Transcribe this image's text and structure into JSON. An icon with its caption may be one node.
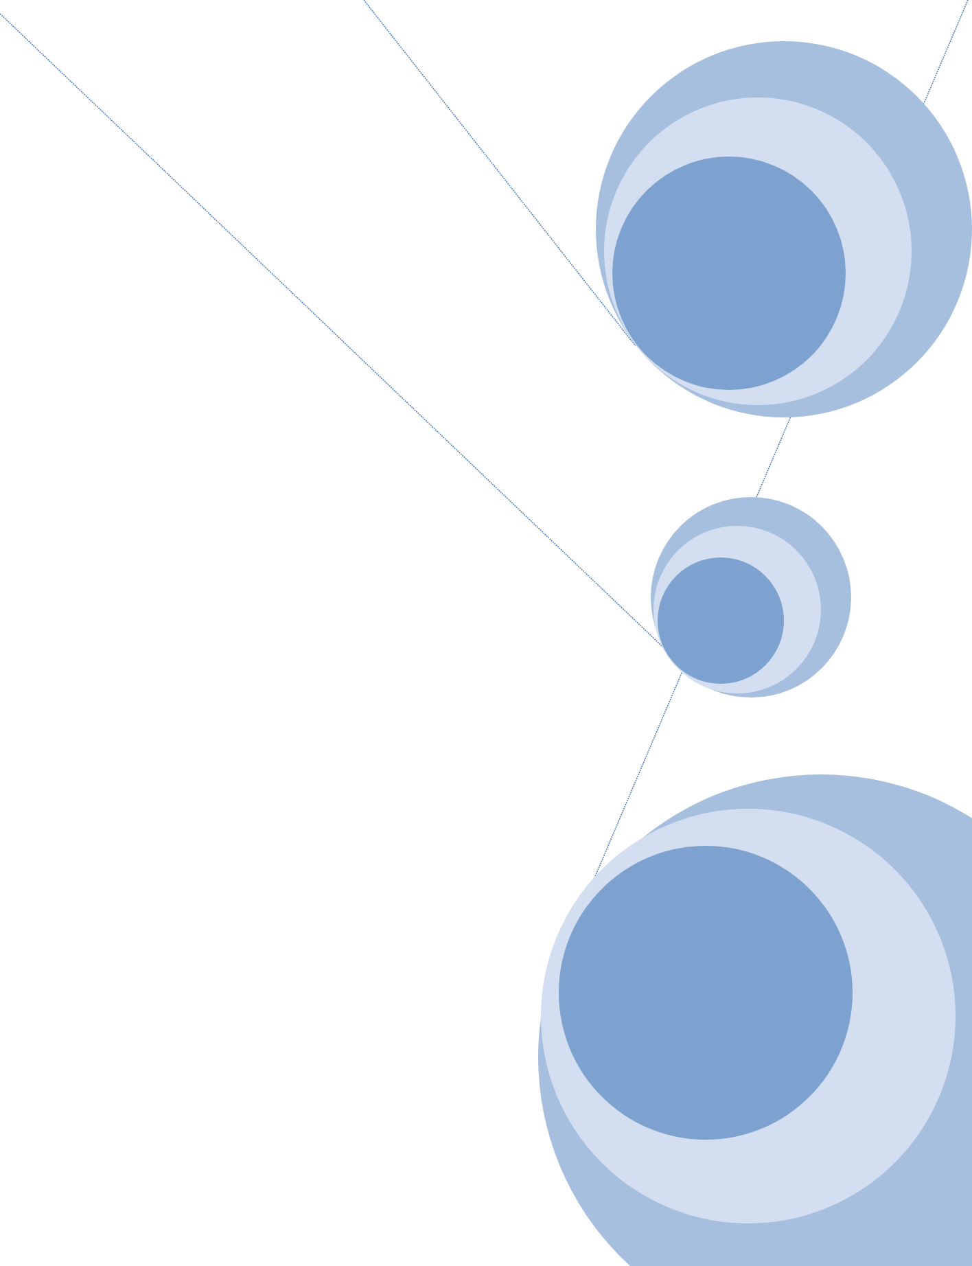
{
  "diagram": {
    "nodes": [
      {
        "text": [],
        "shape": "circle"
      },
      {
        "text": [],
        "shape": "circle"
      },
      {
        "text": [],
        "shape": "circle"
      }
    ],
    "edges": [
      {
        "from": null,
        "to": 1,
        "arrow": "none"
      },
      {
        "from": null,
        "to": 0,
        "arrow": "none"
      },
      {
        "from": null,
        "to": 0,
        "arrow": "none"
      },
      {
        "from": 0,
        "to": 1,
        "arrow": "none"
      },
      {
        "from": 1,
        "to": 2,
        "arrow": "none"
      }
    ]
  }
}
